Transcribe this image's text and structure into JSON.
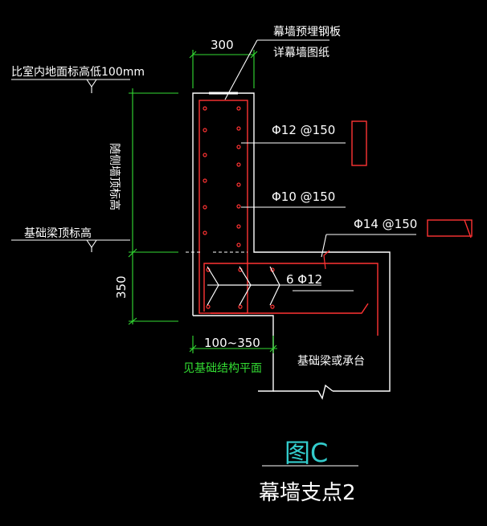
{
  "labels": {
    "dim_300": "300",
    "embed_plate_line1": "幕墙预埋钢板",
    "embed_plate_line2": "详幕墙图纸",
    "indoor_elev": "比室内地面标高低100mm",
    "wall_top_elev": "随侧墙顶标高",
    "beam_top_elev": "基础梁顶标高",
    "dim_350": "350",
    "rebar_1": "Φ12 @150",
    "rebar_2": "Φ10 @150",
    "rebar_3": "Φ14 @150",
    "rebar_4": "6 Φ12",
    "dim_width": "100~350",
    "see_foundation": "见基础结构平面",
    "beam_or_cap": "基础梁或承台",
    "figure_id": "图C",
    "figure_title": "幕墙支点2"
  },
  "colors": {
    "background": "#000000",
    "line": "#ffffff",
    "dimension": "#33dd33",
    "rebar": "#ff3333",
    "figure_id": "#33cccc"
  }
}
